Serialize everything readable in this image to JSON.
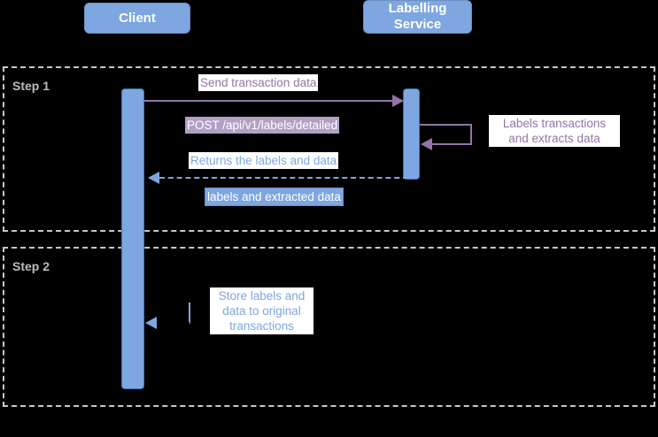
{
  "diagram": {
    "type": "sequence-diagram",
    "background_color": "#000000",
    "participants": [
      {
        "id": "client",
        "label": "Client"
      },
      {
        "id": "labelling-service",
        "label": "Labelling\nService"
      }
    ],
    "colors": {
      "participant_fill": "#7EA6E0",
      "participant_text": "#ffffff",
      "activation_fill": "#7EA6E0",
      "activation_border": "#3a7ab8",
      "frame_border": "#c8c8c8",
      "frame_label_text": "#bdbdbd",
      "purple_accent": "#9673a6",
      "purple_chip_fill": "#b3a0c4",
      "blue_accent": "#7EA6E0"
    },
    "frames": [
      {
        "id": "step-1",
        "label": "Step 1"
      },
      {
        "id": "step-2",
        "label": "Step 2"
      }
    ],
    "messages": [
      {
        "id": "send-transaction-data",
        "label": "Send transaction data",
        "from": "client",
        "to": "labelling-service",
        "style": "solid",
        "color": "#9673a6"
      },
      {
        "id": "post-endpoint",
        "label": "POST /api/v1/labels/detailed",
        "style": "chip",
        "color": "#b3a0c4"
      },
      {
        "id": "self-label-extract",
        "label": "Labels transactions\nand extracts data",
        "line1": "Labels transactions",
        "line2": "and extracts data",
        "from": "labelling-service",
        "to": "labelling-service",
        "style": "self-loop",
        "color": "#9673a6"
      },
      {
        "id": "returns-labels-and-data",
        "label": "Returns the labels and data",
        "from": "labelling-service",
        "to": "client",
        "style": "dashed",
        "color": "#7EA6E0"
      },
      {
        "id": "labels-and-extracted-data",
        "label": "labels and extracted data",
        "style": "chip",
        "color": "#7EA6E0"
      },
      {
        "id": "store-labels-and-data",
        "label": "Store labels and\ndata to original\ntransactions",
        "line1": "Store labels and",
        "line2": "data to original",
        "line3": "transactions",
        "from": "client",
        "to": "client",
        "style": "self-loop",
        "color": "#7EA6E0"
      }
    ]
  }
}
